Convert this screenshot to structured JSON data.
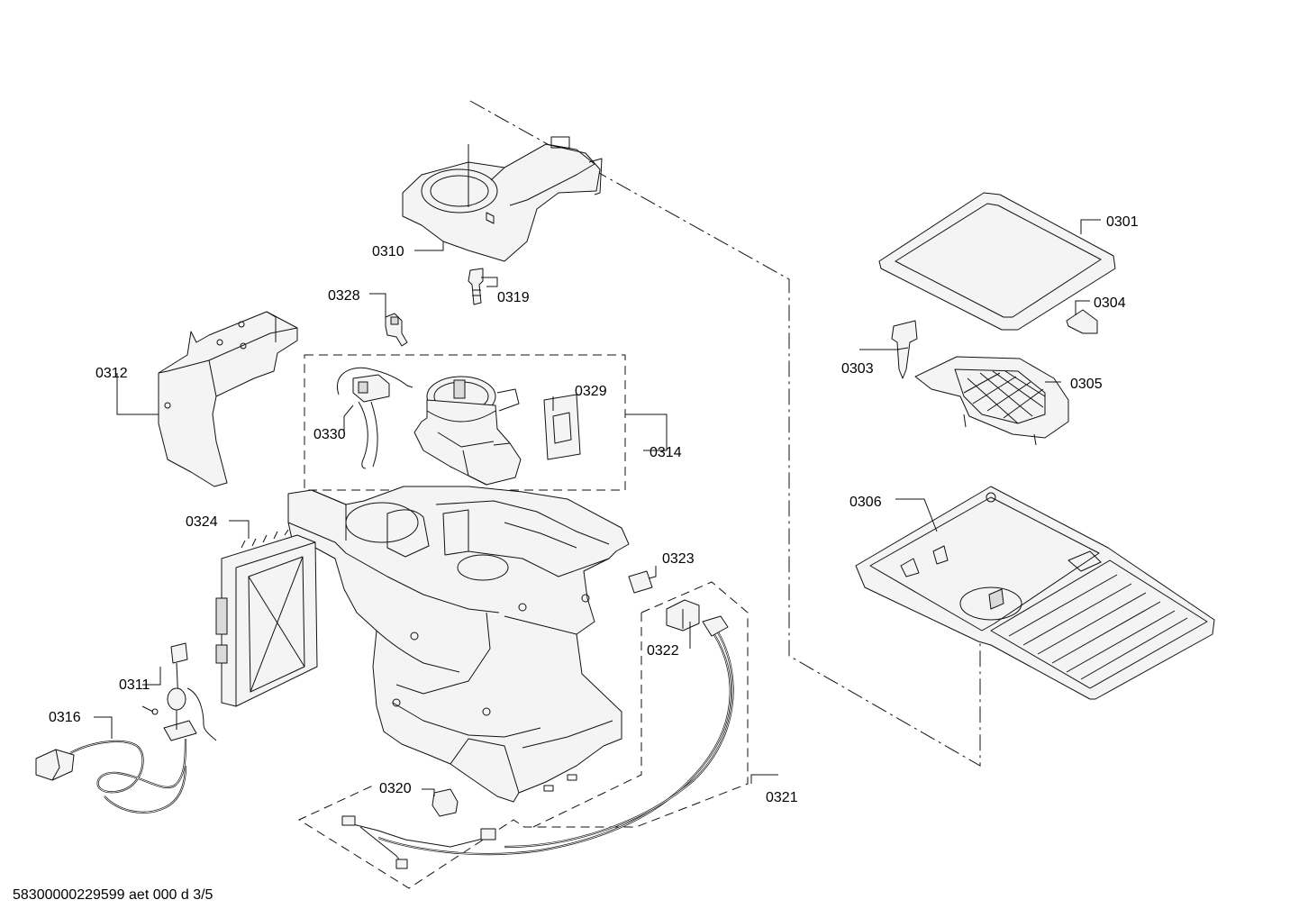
{
  "labels": {
    "p0301": "0301",
    "p0303": "0303",
    "p0304": "0304",
    "p0305": "0305",
    "p0306": "0306",
    "p0310": "0310",
    "p0311": "0311",
    "p0312": "0312",
    "p0314": "0314",
    "p0316": "0316",
    "p0319": "0319",
    "p0320": "0320",
    "p0321": "0321",
    "p0322": "0322",
    "p0323": "0323",
    "p0324": "0324",
    "p0328": "0328",
    "p0329": "0329",
    "p0330": "0330"
  },
  "footer": {
    "drawing_id": "58300000229599 aet 000 d 3/5"
  }
}
